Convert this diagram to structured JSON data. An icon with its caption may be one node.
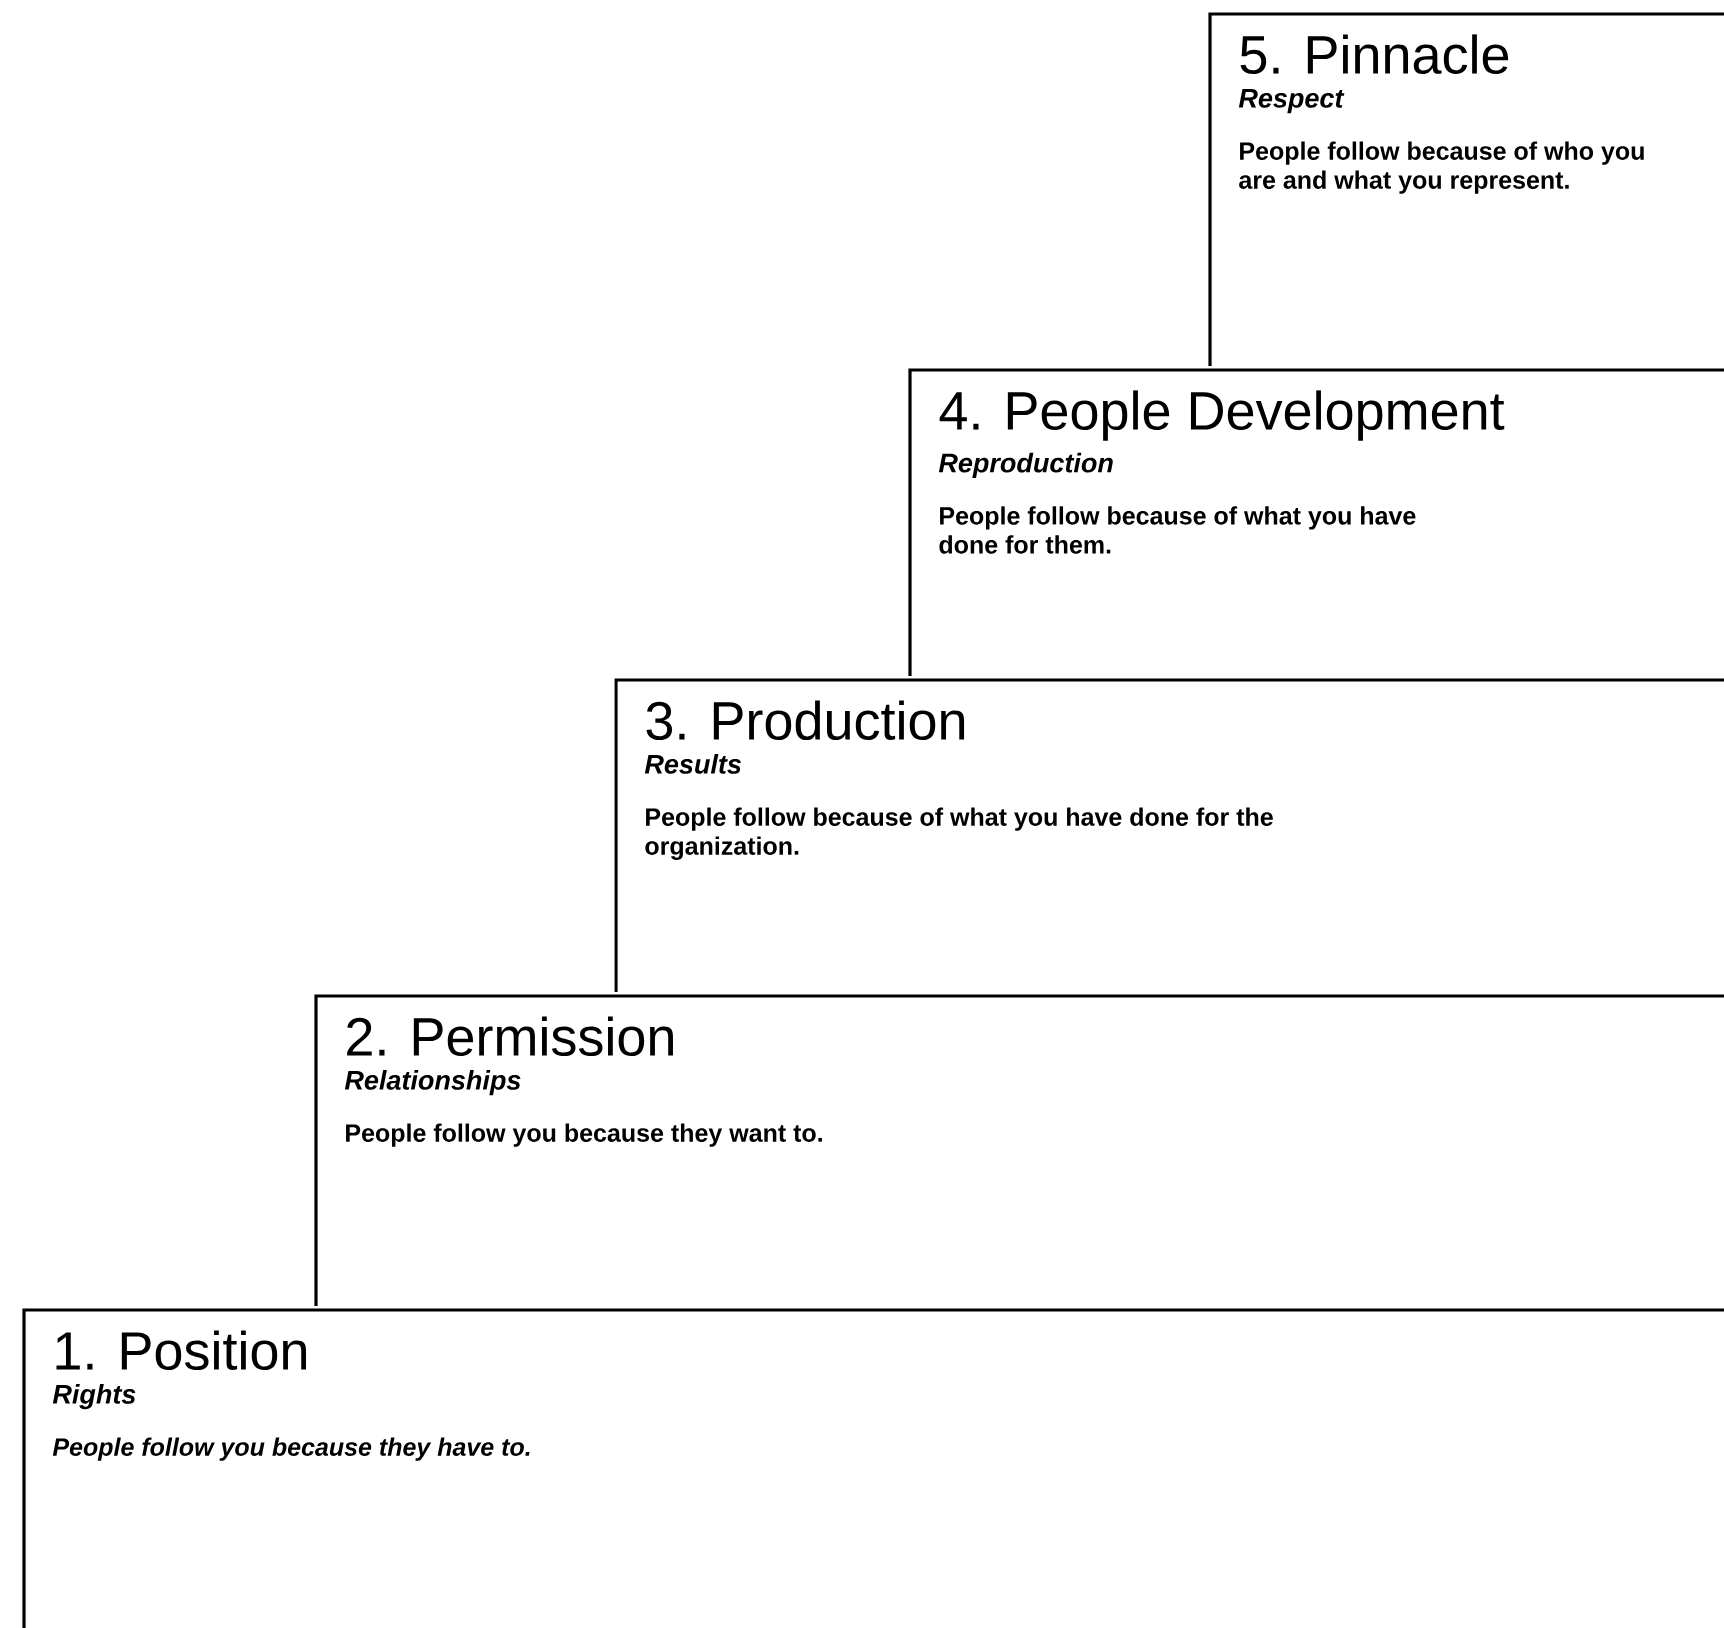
{
  "diagram": {
    "nodes": [
      {
        "text": [
          "5. Pinnacle",
          "Respect",
          "People follow because of who you are and what you represent."
        ]
      },
      {
        "text": [
          "4. People Development",
          "Reproduction",
          "People follow because of what you have done for them."
        ]
      },
      {
        "text": [
          "3. Production",
          "Results",
          "People follow because of what you have done for the organization."
        ]
      },
      {
        "text": [
          "2. Permission",
          "Relationships",
          "People follow you because they want to."
        ]
      },
      {
        "text": [
          "1. Position",
          "Rights",
          "People follow you because they have to."
        ]
      }
    ]
  }
}
